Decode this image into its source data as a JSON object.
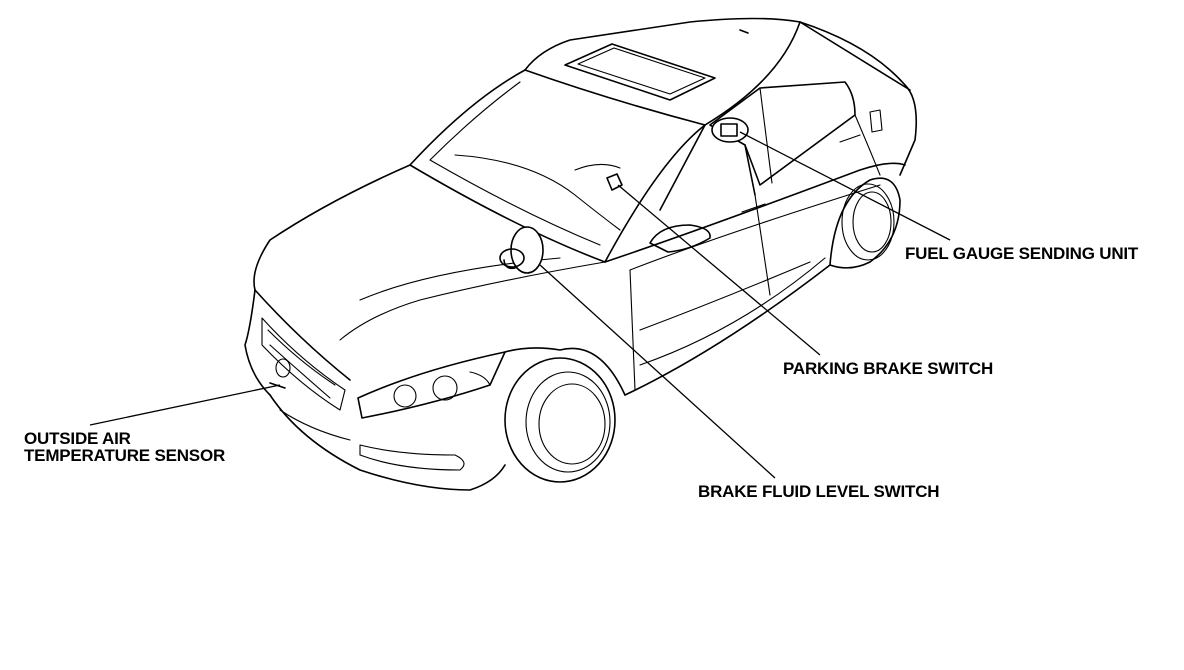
{
  "labels": {
    "fuel_gauge_sending_unit": "FUEL GAUGE SENDING UNIT",
    "parking_brake_switch": "PARKING BRAKE SWITCH",
    "brake_fluid_level_switch": "BRAKE FLUID LEVEL SWITCH",
    "outside_air_temperature_sensor_line1": "OUTSIDE AIR",
    "outside_air_temperature_sensor_line2": "TEMPERATURE SENSOR"
  },
  "colors": {
    "line": "#000000",
    "background": "#ffffff"
  }
}
